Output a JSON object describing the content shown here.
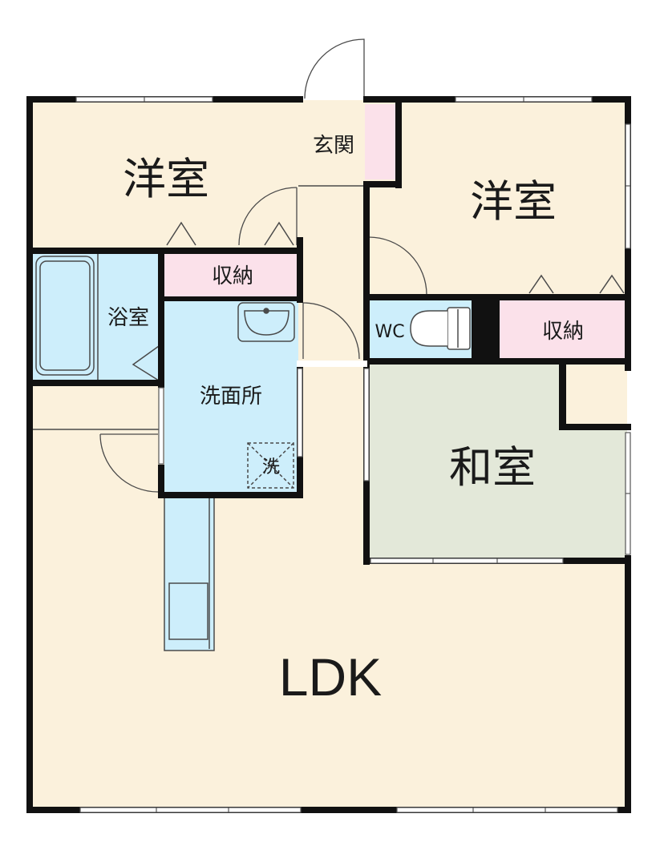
{
  "rooms": {
    "western_room_left": {
      "label": "洋室"
    },
    "western_room_right": {
      "label": "洋室"
    },
    "entrance": {
      "label": "玄関"
    },
    "storage_top": {
      "label": "収納"
    },
    "storage_right": {
      "label": "収納"
    },
    "bathroom": {
      "label": "浴室"
    },
    "washroom": {
      "label": "洗面所"
    },
    "washer_spot": {
      "label": "洗"
    },
    "toilet": {
      "label": "WC"
    },
    "japanese_room": {
      "label": "和室"
    },
    "ldk": {
      "label": "LDK"
    }
  },
  "colors": {
    "floor": "#fbf1dc",
    "wet_area": "#cdeefb",
    "storage": "#fbe1ea",
    "tatami": "#e3e8d9",
    "wall": "#111111",
    "fixture_line": "#4a4a4a"
  }
}
